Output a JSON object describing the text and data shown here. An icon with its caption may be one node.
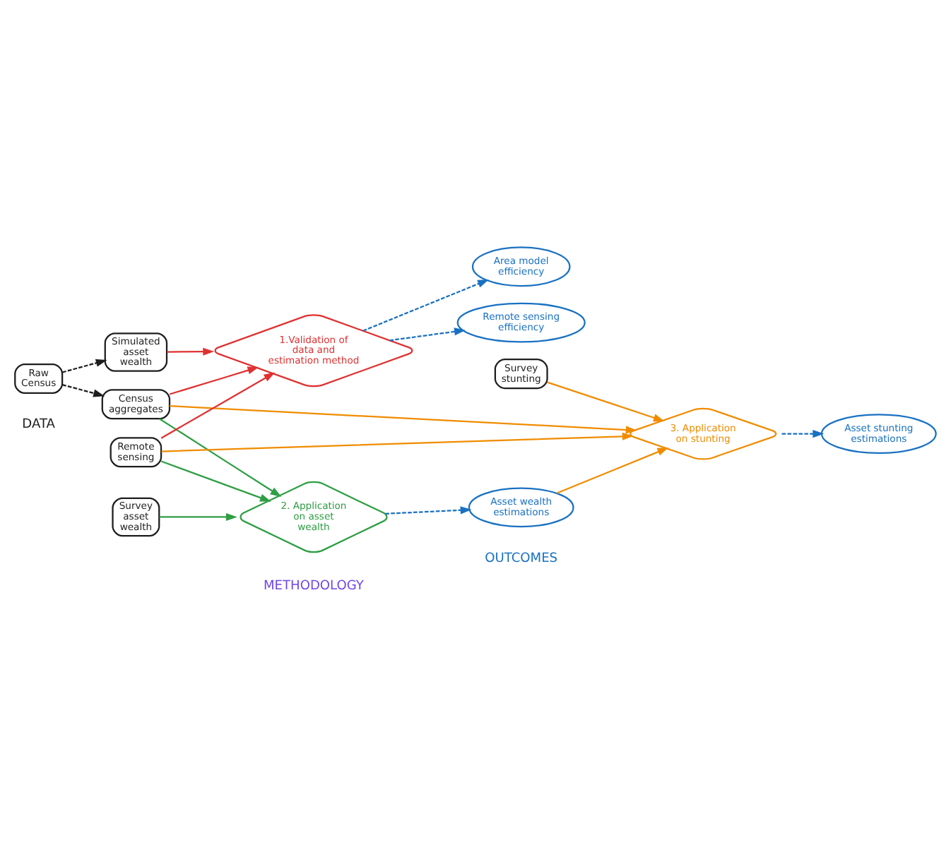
{
  "diagram": {
    "nodes": [
      {
        "text": [
          "Raw Census"
        ]
      },
      {
        "text": [
          "Simulated asset wealth"
        ]
      },
      {
        "text": [
          "Census aggregates"
        ]
      },
      {
        "text": [
          "Remote sensing"
        ]
      },
      {
        "text": [
          "Survey asset wealth"
        ]
      },
      {
        "text": [
          "Survey stunting"
        ]
      },
      {
        "text": [
          "1.Validation of data and estimation method"
        ]
      },
      {
        "text": [
          "2. Application on asset wealth"
        ]
      },
      {
        "text": [
          "3. Application on stunting"
        ]
      },
      {
        "text": [
          "Area model efficiency"
        ]
      },
      {
        "text": [
          "Remote sensing efficiency"
        ]
      },
      {
        "text": [
          "Asset wealth estimations"
        ]
      },
      {
        "text": [
          "Asset stunting estimations"
        ]
      }
    ],
    "edges": [
      {
        "from": 0,
        "to": 1,
        "arrow": "to",
        "style": "dashed",
        "color": "#1e1e1e"
      },
      {
        "from": 0,
        "to": 2,
        "arrow": "to",
        "style": "dashed",
        "color": "#1e1e1e"
      },
      {
        "from": 1,
        "to": 6,
        "arrow": "to",
        "color": "#e03131"
      },
      {
        "from": 2,
        "to": 6,
        "arrow": "to",
        "color": "#e03131"
      },
      {
        "from": 3,
        "to": 6,
        "arrow": "to",
        "color": "#e03131"
      },
      {
        "from": 6,
        "to": 9,
        "arrow": "to",
        "style": "dashed",
        "color": "#1971c2"
      },
      {
        "from": 6,
        "to": 10,
        "arrow": "to",
        "style": "dashed",
        "color": "#1971c2"
      },
      {
        "from": 2,
        "to": 7,
        "arrow": "to",
        "color": "#2f9e44"
      },
      {
        "from": 3,
        "to": 7,
        "arrow": "to",
        "color": "#2f9e44"
      },
      {
        "from": 4,
        "to": 7,
        "arrow": "to",
        "color": "#2f9e44"
      },
      {
        "from": 7,
        "to": 11,
        "arrow": "to",
        "style": "dashed",
        "color": "#1971c2"
      },
      {
        "from": 2,
        "to": 8,
        "arrow": "to",
        "color": "#f08c00"
      },
      {
        "from": 3,
        "to": 8,
        "arrow": "to",
        "color": "#f08c00"
      },
      {
        "from": 5,
        "to": 8,
        "arrow": "to",
        "color": "#f08c00"
      },
      {
        "from": 11,
        "to": 8,
        "arrow": "to",
        "color": "#f08c00"
      },
      {
        "from": 8,
        "to": 12,
        "arrow": "to",
        "style": "dashed",
        "color": "#1971c2"
      }
    ],
    "labels": [
      "DATA",
      "METHODOLOGY",
      "OUTCOMES"
    ]
  }
}
